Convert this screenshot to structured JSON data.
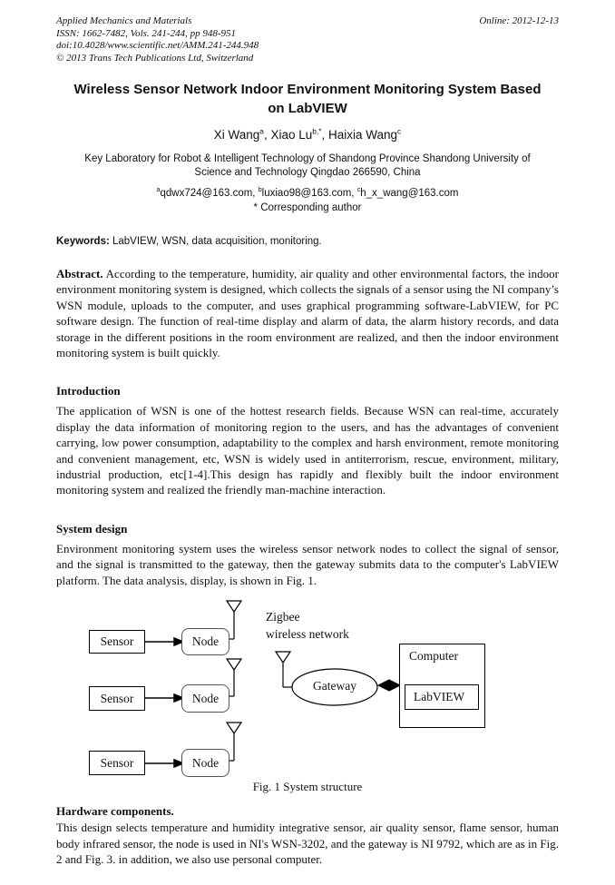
{
  "header": {
    "journal": "Applied Mechanics and Materials",
    "issn_line": "ISSN: 1662-7482, Vols. 241-244, pp 948-951",
    "doi_line": "doi:10.4028/www.scientific.net/AMM.241-244.948",
    "copyright_line": "© 2013 Trans Tech Publications Ltd, Switzerland",
    "online_date": "Online: 2012-12-13"
  },
  "title": {
    "line1": "Wireless Sensor Network Indoor Environment Monitoring System Based",
    "line2": "on LabVIEW"
  },
  "authors": [
    {
      "name": "Xi Wang",
      "sup": "a",
      "sep": ", "
    },
    {
      "name": "Xiao Lu",
      "sup": "b,*",
      "sep": ", "
    },
    {
      "name": "Haixia Wang",
      "sup": "c",
      "sep": ""
    }
  ],
  "affiliation": {
    "line1": "Key Laboratory for Robot & Intelligent Technology of Shandong Province Shandong University of",
    "line2": "Science and Technology Qingdao 266590, China"
  },
  "emails": [
    {
      "sup": "a",
      "address": "qdwx724@163.com,"
    },
    {
      "sup": "b",
      "address": "luxiao98@163.com,"
    },
    {
      "sup": "c",
      "address": "h_x_wang@163.com"
    }
  ],
  "corresponding": "* Corresponding author",
  "keywords": {
    "label": "Keywords:",
    "text": " LabVIEW, WSN, data acquisition, monitoring."
  },
  "abstract": {
    "label": "Abstract.",
    "text": " According to the temperature, humidity, air quality and other environmental factors, the indoor environment monitoring system is designed, which collects the signals of a sensor using the NI company’s WSN module, uploads to the computer, and uses graphical programming software-LabVIEW, for PC software design. The function of real-time display and alarm of data, the alarm history records, and data storage in the different positions in the room environment are realized, and then the indoor environment monitoring system is built quickly."
  },
  "sections": {
    "introduction": {
      "heading": "Introduction",
      "body": "The application of WSN is one of the hottest research fields. Because WSN can real-time, accurately display the data information of monitoring region to the users, and has the advantages of convenient carrying, low power consumption, adaptability to the complex and harsh environment, remote monitoring and convenient management, etc,  WSN is widely used in antiterrorism, rescue, environment, military, industrial production, etc[1-4].This design has rapidly and flexibly built the indoor environment monitoring system and realized the friendly man-machine interaction."
    },
    "system_design": {
      "heading": "System design",
      "body": "Environment monitoring system uses the wireless sensor network nodes to collect the signal of sensor, and the signal is transmitted to the gateway, then the gateway submits data to the computer's LabVIEW platform. The data analysis, display, is shown in Fig. 1."
    },
    "hardware": {
      "heading": "Hardware components.",
      "body": "This design selects temperature and humidity integrative sensor, air quality sensor, flame sensor, human body infrared sensor, the node is used in NI's WSN-3202, and the gateway is NI 9792, which are as in Fig. 2 and Fig. 3. in addition, we also use personal computer."
    }
  },
  "figure": {
    "sensor_label": "Sensor",
    "node_label": "Node",
    "zigbee_line1": "Zigbee",
    "zigbee_line2": "wireless network",
    "gateway_label": "Gateway",
    "computer_label": "Computer",
    "labview_label": "LabVIEW",
    "caption": "Fig. 1 System structure"
  }
}
